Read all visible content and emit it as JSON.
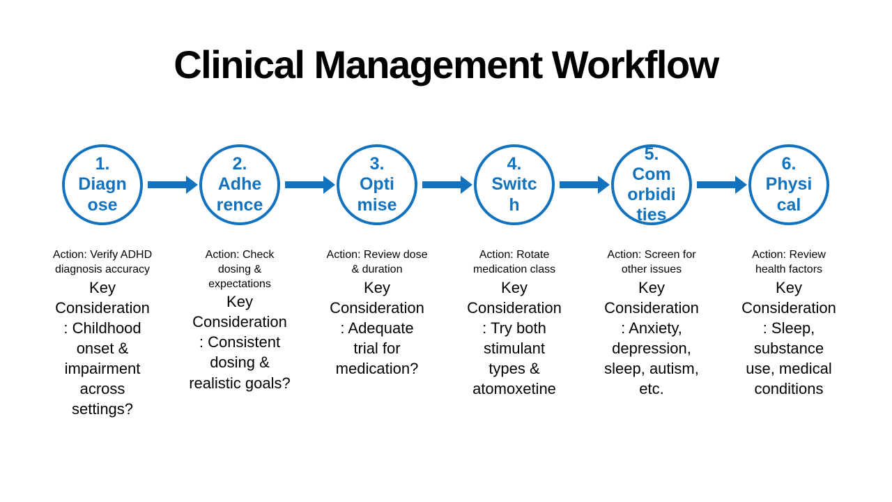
{
  "title": "Clinical Management Workflow",
  "colors": {
    "accent": "#1272BE",
    "text": "#000000",
    "background": "#FFFFFF"
  },
  "steps": [
    {
      "circle_label": "1.\nDiagn\nose",
      "action": "Action: Verify ADHD\ndiagnosis accuracy",
      "consideration": "Key\nConsideration\n: Childhood\nonset &\nimpairment\nacross\nsettings?"
    },
    {
      "circle_label": "2.\nAdhe\nrence",
      "action": "Action: Check\ndosing &\nexpectations",
      "consideration": "Key\nConsideration\n: Consistent\ndosing &\nrealistic goals?"
    },
    {
      "circle_label": "3.\nOpti\nmise",
      "action": "Action: Review dose\n& duration",
      "consideration": "Key\nConsideration\n: Adequate\ntrial for\nmedication?"
    },
    {
      "circle_label": "4.\nSwitc\nh",
      "action": "Action: Rotate\nmedication class",
      "consideration": "Key\nConsideration\n: Try both\nstimulant\ntypes &\natomoxetine"
    },
    {
      "circle_label": "5.\nCom\norbidi\nties",
      "action": "Action: Screen for\nother issues",
      "consideration": "Key\nConsideration\n: Anxiety,\ndepression,\nsleep, autism,\netc."
    },
    {
      "circle_label": "6.\nPhysi\ncal",
      "action": "Action: Review\nhealth factors",
      "consideration": "Key\nConsideration\n: Sleep,\nsubstance\nuse, medical\nconditions"
    }
  ]
}
